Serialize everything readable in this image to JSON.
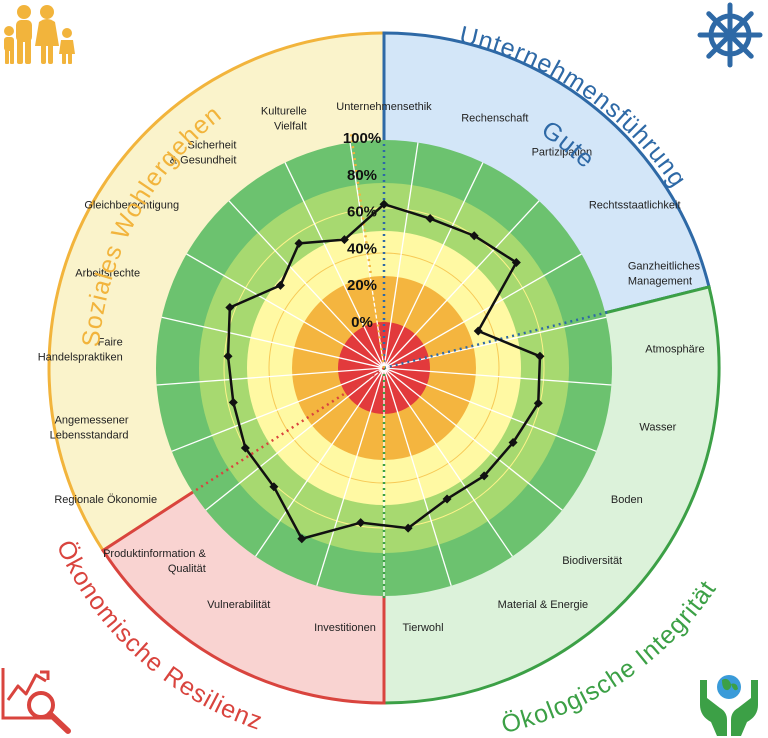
{
  "colors": {
    "soziales_bg": "#FAF3CB",
    "soziales_border": "#F2B43C",
    "soziales_text": "#F2B43C",
    "gute_bg": "#D3E6F8",
    "gute_border": "#2E69A6",
    "gute_text": "#2E69A6",
    "oeko_bg": "#DCF2DA",
    "oeko_border": "#3CA046",
    "oeko_text": "#3CA046",
    "resilienz_bg": "#F9D3D1",
    "resilienz_border": "#D9443E",
    "resilienz_text": "#D9443E",
    "ring_red": "#E23A3C",
    "ring_orange": "#F4B53F",
    "ring_yellow": "#FFF9A3",
    "ring_lightgreen": "#A7D970",
    "ring_green": "#6CC26F",
    "line": "#111111"
  },
  "dimensions": [
    {
      "key": "soziales",
      "title": "Soziales Wohlergehen",
      "icon": "family-icon"
    },
    {
      "key": "gute",
      "title": "Gute Unternehmensführung",
      "icon": "ship-wheel-icon"
    },
    {
      "key": "oeko",
      "title": "Ökologische Integrität",
      "icon": "hands-globe-icon"
    },
    {
      "key": "resilienz",
      "title": "Ökonomische Resilienz",
      "icon": "magnifier-chart-icon"
    }
  ],
  "chart_data": {
    "type": "radar",
    "ylim": [
      0,
      100
    ],
    "tick_labels": [
      "0%",
      "20%",
      "40%",
      "60%",
      "80%",
      "100%"
    ],
    "categories": [
      {
        "label": "Unternehmensethik",
        "value": 64
      },
      {
        "label": "Rechenschaft",
        "value": 60
      },
      {
        "label": "Partizipation",
        "value": 62
      },
      {
        "label": "Rechtsstaatlichkeit",
        "value": 67
      },
      {
        "label": "Ganzheitliches Management",
        "value": 30
      },
      {
        "label": "Atmosphäre",
        "value": 60
      },
      {
        "label": "Wasser",
        "value": 61
      },
      {
        "label": "Boden",
        "value": 56
      },
      {
        "label": "Biodiversität",
        "value": 55
      },
      {
        "label": "Material & Energie",
        "value": 54
      },
      {
        "label": "Tierwohl",
        "value": 63
      },
      {
        "label": "Investitionen",
        "value": 60
      },
      {
        "label": "Vulnerabilität",
        "value": 78
      },
      {
        "label": "Produktinformation & Qualität",
        "value": 63
      },
      {
        "label": "Regionale Ökonomie",
        "value": 62
      },
      {
        "label": "Angemessener Lebensstandard",
        "value": 59
      },
      {
        "label": "Faire Handelspraktiken",
        "value": 60
      },
      {
        "label": "Arbeitsrechte",
        "value": 65
      },
      {
        "label": "Gleichberechtigung",
        "value": 47
      },
      {
        "label": "Sicherheit & Gesundheit",
        "value": 57
      },
      {
        "label": "Kulturelle Vielfalt",
        "value": 48
      }
    ]
  }
}
